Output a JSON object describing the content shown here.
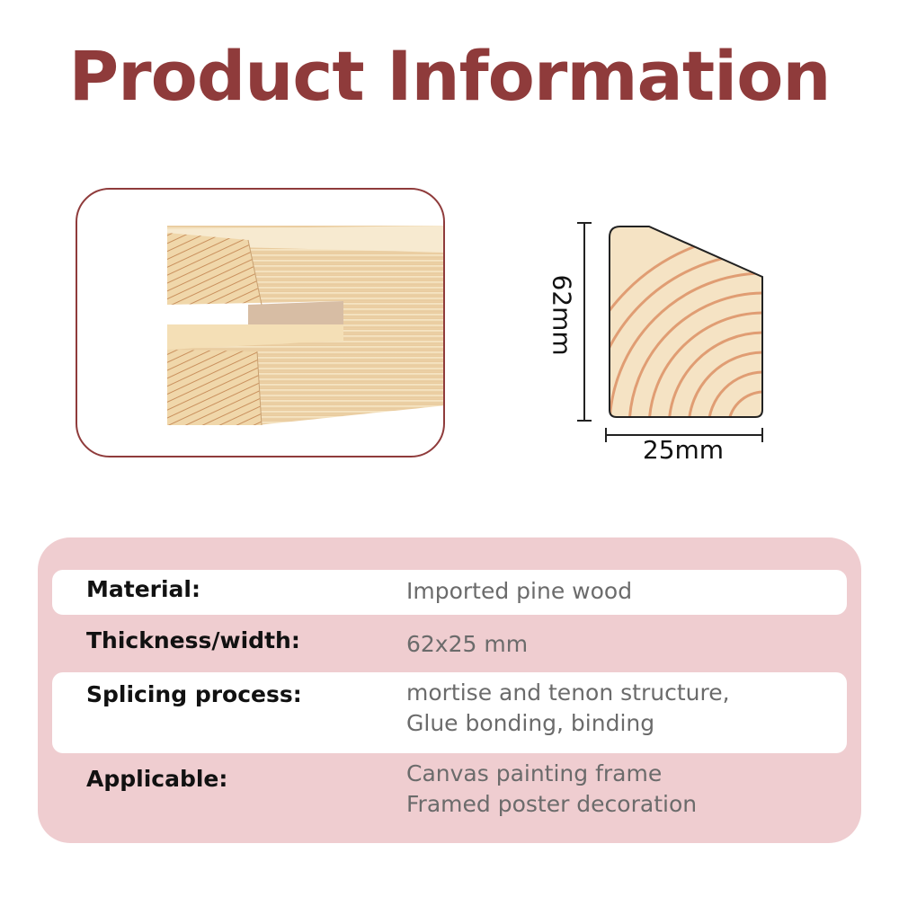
{
  "title": "Product Information",
  "diagram": {
    "width_label": "25mm",
    "height_label": "62mm"
  },
  "specs": [
    {
      "label": "Material:",
      "value_lines": [
        "Imported pine wood"
      ]
    },
    {
      "label": "Thickness/width:",
      "value_lines": [
        "62x25 mm"
      ]
    },
    {
      "label": "Splicing process:",
      "value_lines": [
        "mortise and tenon structure,",
        "Glue bonding, binding"
      ]
    },
    {
      "label": "Applicable:",
      "value_lines": [
        "Canvas painting frame",
        "Framed poster decoration"
      ]
    }
  ],
  "colors": {
    "accent": "#8f3b3b",
    "panel_bg": "#efcdd0",
    "wood_light": "#f3dfb9",
    "wood_grain": "#d98a5e"
  }
}
